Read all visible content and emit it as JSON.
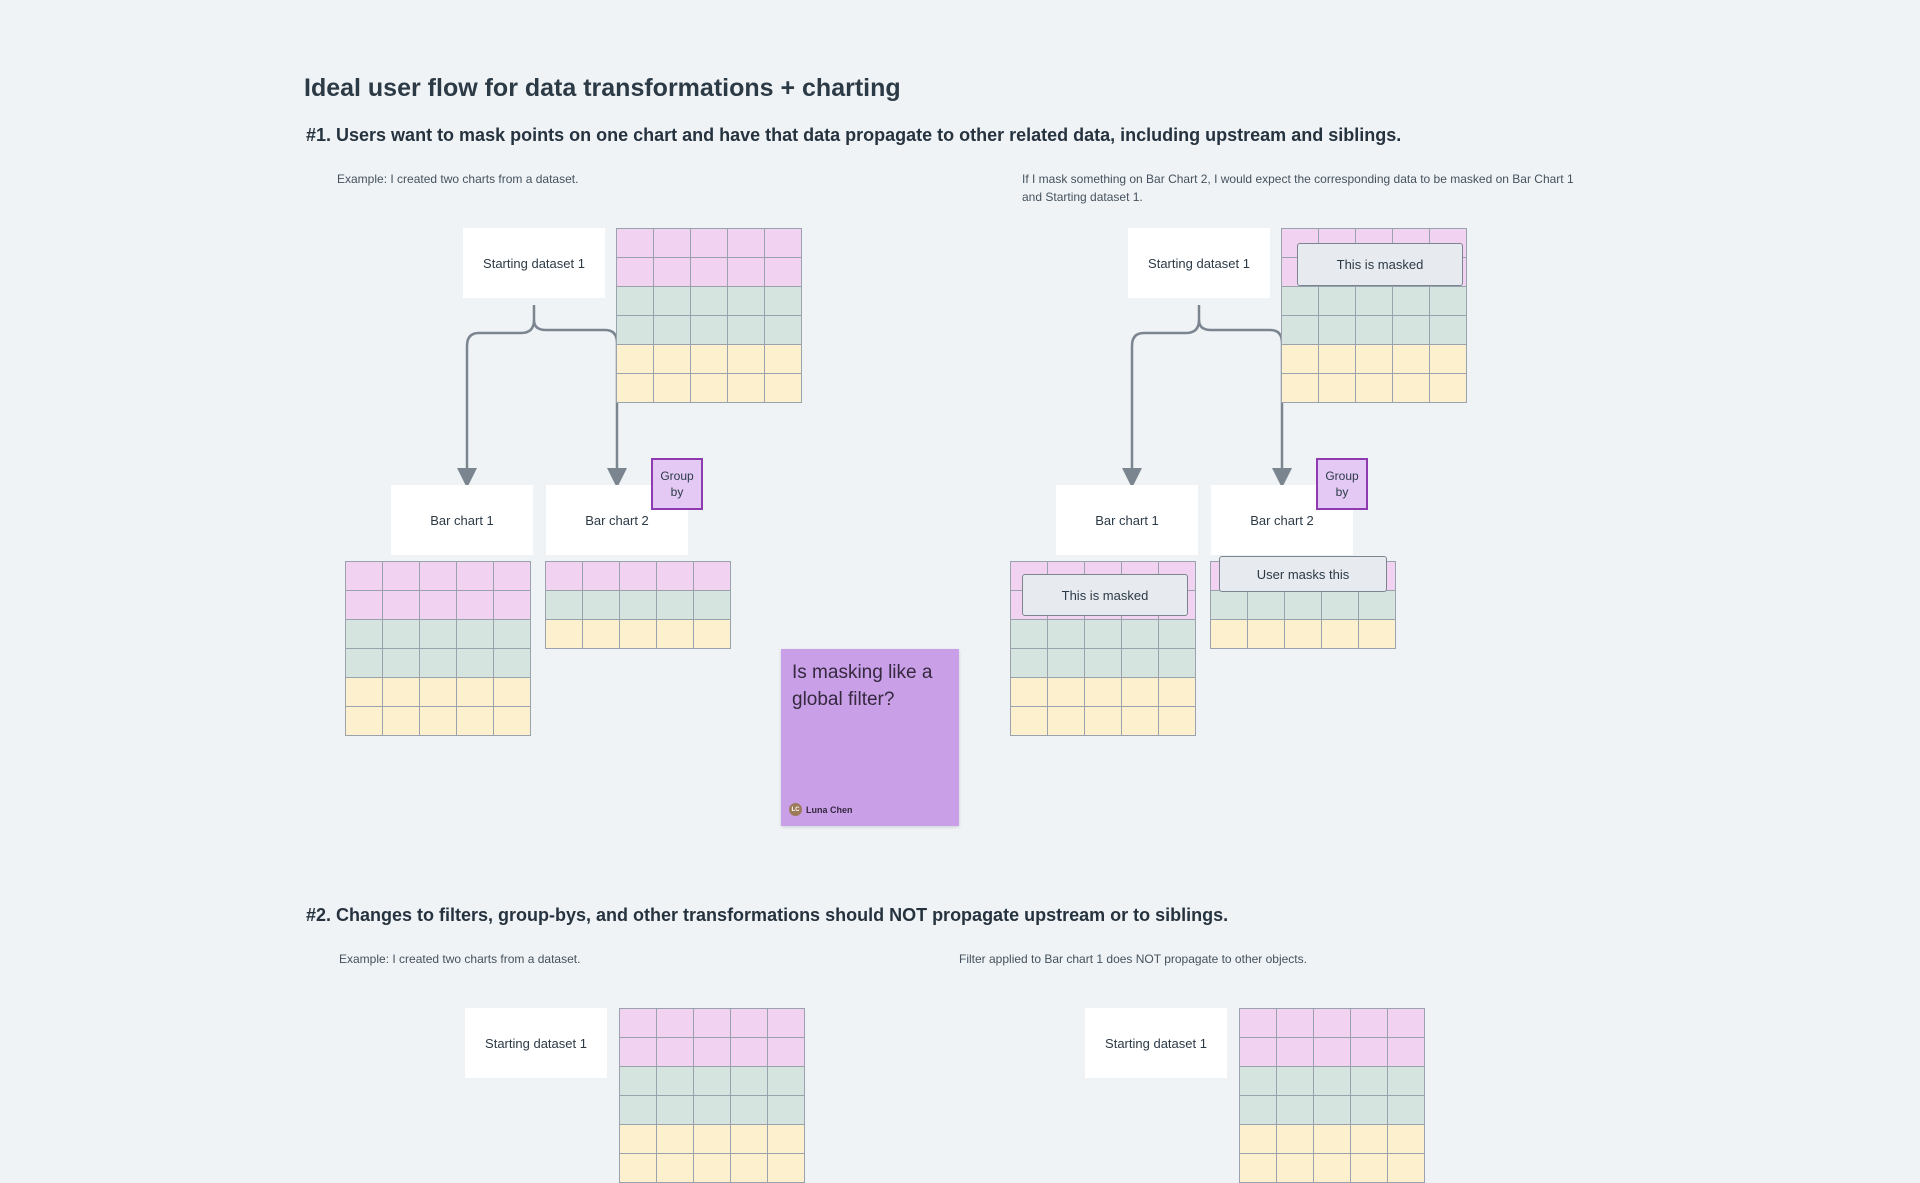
{
  "title": "Ideal user flow for data transformations + charting",
  "section1": {
    "heading": "#1. Users want to mask points on one chart and have that data propagate to other related data, including upstream and siblings.",
    "left_note": "Example: I created two charts from a dataset.",
    "right_note_line1": "If I mask something on Bar Chart 2, I would expect the corresponding data to be masked on Bar Chart 1",
    "right_note_line2": "and Starting dataset 1.",
    "left": {
      "dataset": "Starting dataset 1",
      "chart1": "Bar chart 1",
      "chart2": "Bar chart 2",
      "group_by_line1": "Group",
      "group_by_line2": "by"
    },
    "right": {
      "dataset": "Starting dataset 1",
      "chart1": "Bar chart 1",
      "chart2": "Bar chart 2",
      "group_by_line1": "Group",
      "group_by_line2": "by",
      "dataset_mask": "This is masked",
      "chart1_mask": "This is masked",
      "chart2_mask": "User masks this"
    },
    "sticky": {
      "text": "Is masking like a global filter?",
      "author": "Luna Chen",
      "initials": "LC"
    }
  },
  "section2": {
    "heading": "#2. Changes to filters, group-bys, and other transformations should NOT propagate upstream or to siblings.",
    "left_note": "Example: I created two charts from a dataset.",
    "right_note": "Filter applied to Bar chart 1 does NOT propagate to other objects.",
    "left_dataset": "Starting dataset 1",
    "right_dataset": "Starting dataset 1"
  },
  "colors": {
    "pink": "#f1d3f1",
    "green": "#d6e4e0",
    "yellow": "#fcf0cf",
    "group_by": "#e3c9f4",
    "sticky": "#c9a0e8",
    "connector": "#7b8590"
  }
}
